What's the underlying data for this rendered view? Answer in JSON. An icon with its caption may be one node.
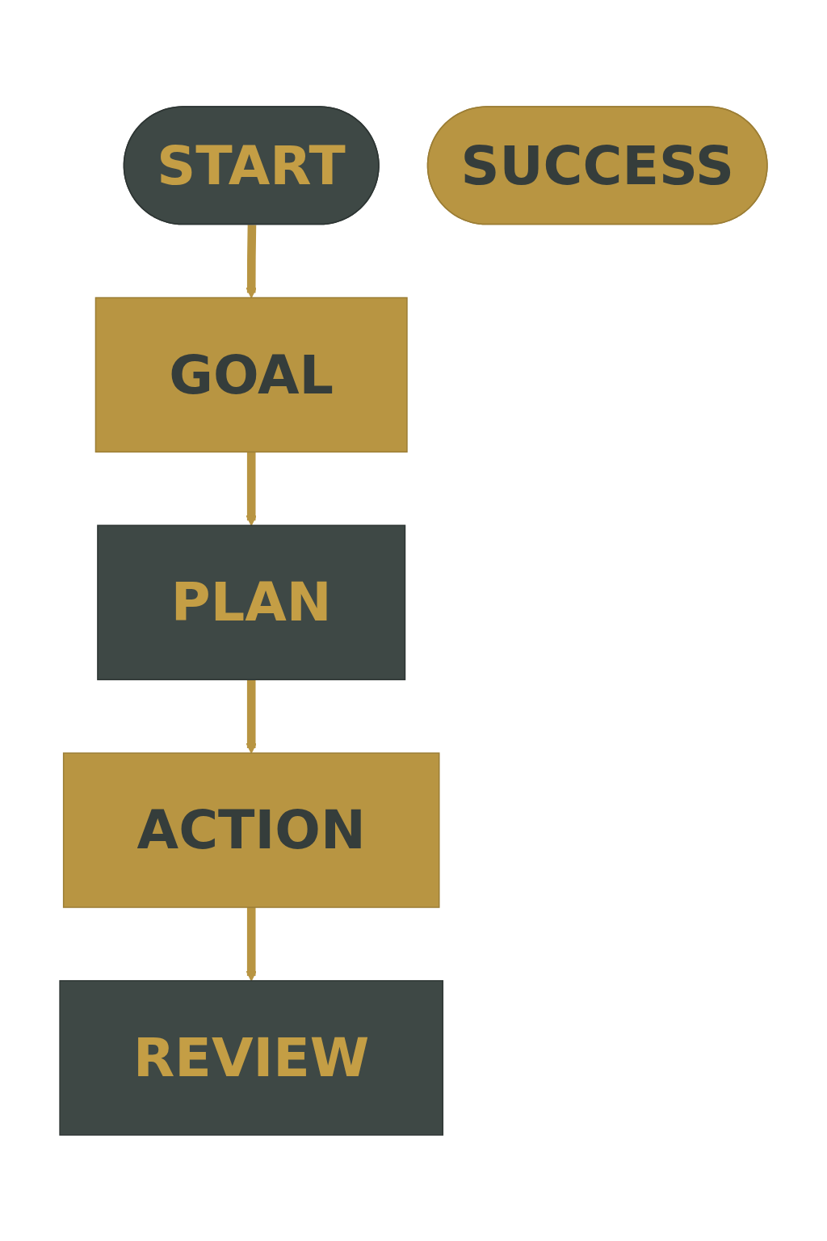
{
  "diagram": {
    "nodes": [
      {
        "text": [
          "START"
        ]
      },
      {
        "text": [
          "GOAL"
        ]
      },
      {
        "text": [
          "PLAN"
        ]
      },
      {
        "text": [
          "ACTION"
        ]
      },
      {
        "text": [
          "REVIEW"
        ]
      },
      {
        "text": [
          "SUCCESS"
        ]
      }
    ],
    "edges": [
      {
        "from": 0,
        "to": 1,
        "arrow": "to"
      },
      {
        "from": 1,
        "to": 2,
        "arrow": "to"
      },
      {
        "from": 2,
        "to": 3,
        "arrow": "to"
      },
      {
        "from": 3,
        "to": 4,
        "arrow": "to"
      }
    ]
  }
}
